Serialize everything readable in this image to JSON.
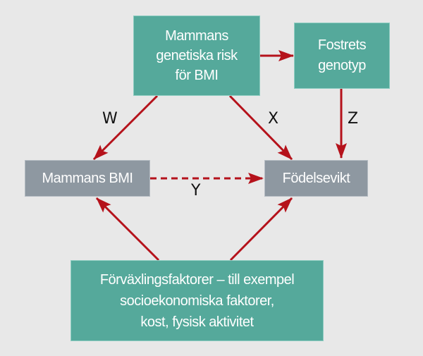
{
  "colors": {
    "background": "#e8e8e8",
    "node_teal": "#55a99b",
    "node_gray": "#8e98a1",
    "arrow": "#b5121b",
    "label": "#111111"
  },
  "nodes": {
    "genetic_risk": {
      "lines": [
        "Mammans",
        "genetiska risk",
        "för BMI"
      ]
    },
    "fetal_genotype": {
      "lines": [
        "Fostrets",
        "genotyp"
      ]
    },
    "maternal_bmi": {
      "label": "Mammans BMI"
    },
    "birth_weight": {
      "label": "Födelsevikt"
    },
    "confounders": {
      "lines": [
        "Förväxlingsfaktorer – till exempel",
        "socioekonomiska faktorer,",
        "kost, fysisk aktivitet"
      ]
    }
  },
  "edges": {
    "w": {
      "label": "W",
      "from": "genetic_risk",
      "to": "maternal_bmi",
      "style": "solid"
    },
    "x": {
      "label": "X",
      "from": "genetic_risk",
      "to": "birth_weight",
      "style": "solid"
    },
    "z": {
      "label": "Z",
      "from": "fetal_genotype",
      "to": "birth_weight",
      "style": "solid"
    },
    "y": {
      "label": "Y",
      "from": "maternal_bmi",
      "to": "birth_weight",
      "style": "dashed"
    },
    "genetic_to_fetal": {
      "from": "genetic_risk",
      "to": "fetal_genotype",
      "style": "solid"
    },
    "confounders_to_bmi": {
      "from": "confounders",
      "to": "maternal_bmi",
      "style": "solid"
    },
    "confounders_to_birth": {
      "from": "confounders",
      "to": "birth_weight",
      "style": "solid"
    }
  }
}
